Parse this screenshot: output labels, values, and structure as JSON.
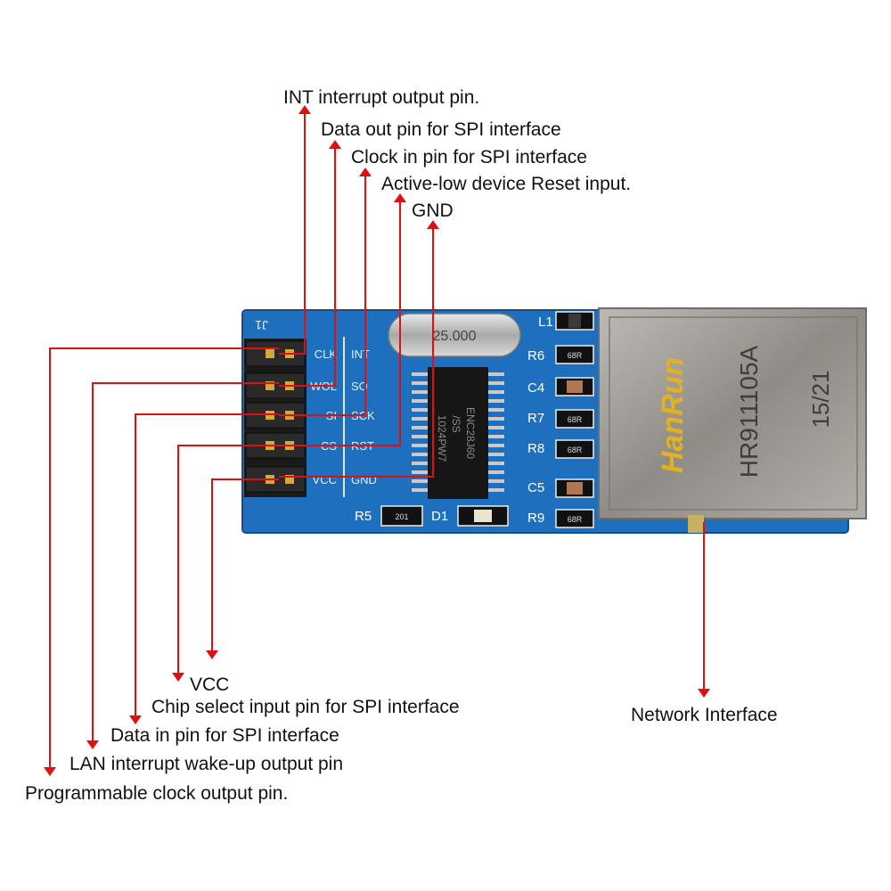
{
  "top_labels": {
    "int": "INT interrupt output pin.",
    "so": "Data out pin for SPI interface",
    "sck": "Clock in pin for SPI interface",
    "rst": "Active-low device Reset input.",
    "gnd": "GND"
  },
  "bottom_labels": {
    "vcc": "VCC",
    "cs": "Chip select input pin for SPI interface",
    "si": "Data in pin for SPI interface",
    "wol": "LAN interrupt wake-up output pin",
    "clk": "Programmable clock output pin."
  },
  "network_label": "Network Interface",
  "board": {
    "header_name": "J1",
    "left_pins": [
      "CLK",
      "WOL",
      "SI",
      "CS",
      "VCC"
    ],
    "right_pins": [
      "INT",
      "SO",
      "SCK",
      "RST",
      "GND"
    ],
    "chip_text": [
      "ENC28J60",
      "/SS",
      "1024PW7"
    ],
    "crystal_text": "25.000",
    "components": [
      "L1",
      "R6",
      "C4",
      "R7",
      "R8",
      "C5",
      "R9",
      "R5",
      "D1"
    ],
    "resistor_codes": [
      "68R",
      "68R",
      "68R",
      "68R",
      "201"
    ],
    "jack_brand": "HanRun",
    "jack_model": "HR911105A",
    "jack_date": "15/21"
  },
  "colors": {
    "arrow": "#e01010",
    "pcb": "#1f6fbf",
    "jack": "#9a9894"
  }
}
